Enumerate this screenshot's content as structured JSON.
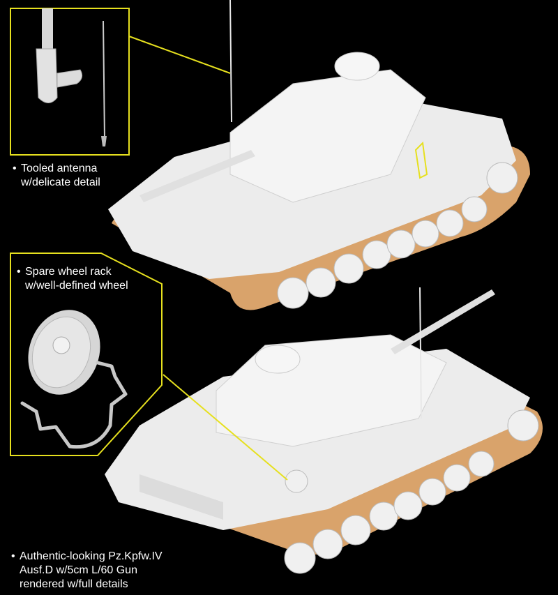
{
  "callouts": [
    {
      "lines": [
        "Tooled antenna",
        "w/delicate detail"
      ]
    },
    {
      "lines": [
        "Spare wheel rack",
        "w/well-defined wheel"
      ]
    },
    {
      "lines": [
        "Authentic-looking Pz.Kpfw.IV",
        "Ausf.D w/5cm L/60 Gun",
        "rendered w/full details"
      ]
    }
  ],
  "bullet": "•",
  "colors": {
    "callout_border": "#e6e01e",
    "track": "#d9a36b",
    "hull": "#eeeeee",
    "background": "#000000"
  }
}
